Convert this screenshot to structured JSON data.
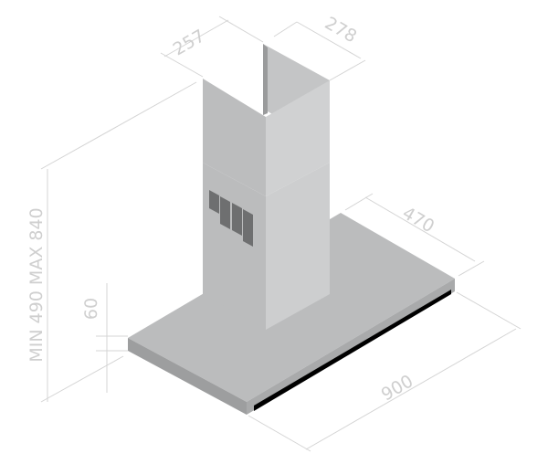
{
  "dimensions": {
    "chimney_width": "257",
    "chimney_depth": "278",
    "canopy_depth": "470",
    "canopy_width": "900",
    "canopy_thickness": "60",
    "height_range": "MIN 490 MAX 840"
  },
  "colors": {
    "light_face": "#cdcecf",
    "mid_face": "#bbbcbd",
    "dark_face": "#9d9e9f",
    "filter_strip": "#000000",
    "dimension_lines": "#d4d4d4"
  }
}
